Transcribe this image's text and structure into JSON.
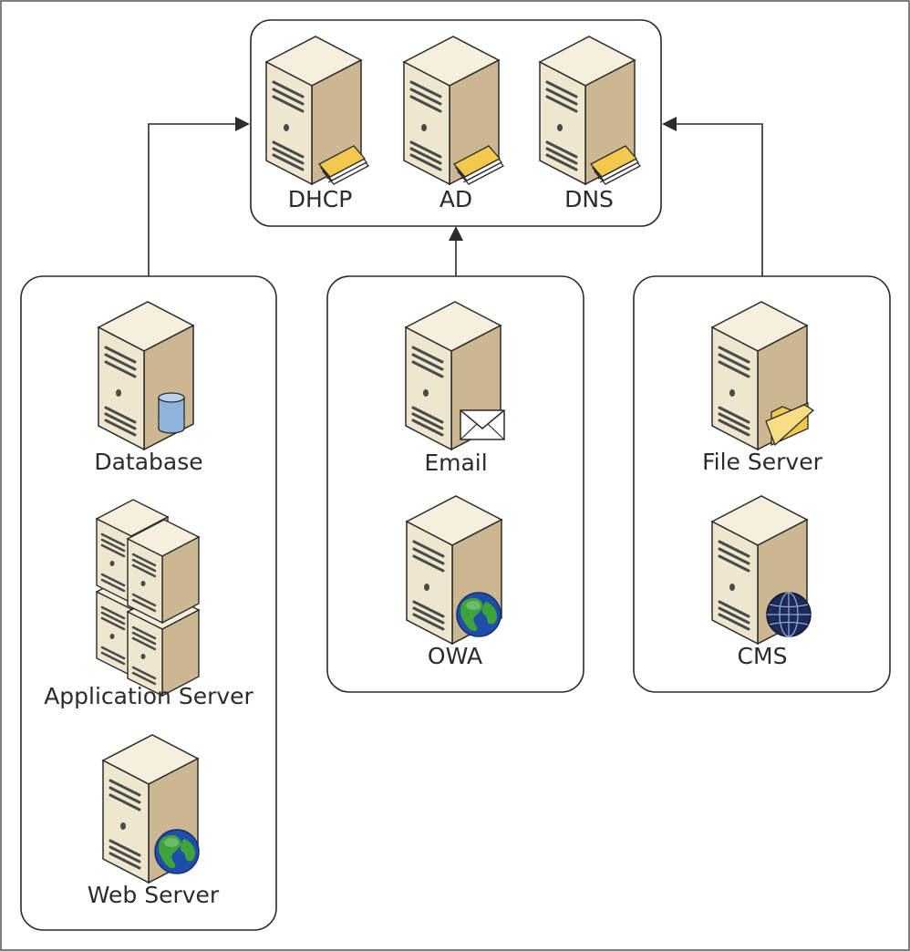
{
  "colors": {
    "server_side": "#cbb892",
    "server_front": "#efe6d0",
    "server_top": "#f6efde",
    "outline": "#2b2b2b",
    "slot": "#4a4a4a",
    "folder_yellow": "#f2c94c",
    "db_blue": "#8fb3d9",
    "globe_ocean": "#1f4ea8",
    "globe_land": "#3ea33a",
    "globe_dark": "#1d2a55"
  },
  "top_group": {
    "servers": [
      {
        "label": "DHCP",
        "badge": "papers-icon"
      },
      {
        "label": "AD",
        "badge": "papers-icon"
      },
      {
        "label": "DNS",
        "badge": "papers-icon"
      }
    ]
  },
  "groups": [
    {
      "servers": [
        {
          "label": "Database",
          "badge": "database-icon"
        },
        {
          "label": "Application Server",
          "badge": "server-cluster-icon"
        },
        {
          "label": "Web Server",
          "badge": "globe-icon"
        }
      ]
    },
    {
      "servers": [
        {
          "label": "Email",
          "badge": "envelope-icon"
        },
        {
          "label": "OWA",
          "badge": "globe-icon"
        }
      ]
    },
    {
      "servers": [
        {
          "label": "File Server",
          "badge": "folder-icon"
        },
        {
          "label": "CMS",
          "badge": "dark-globe-icon"
        }
      ]
    }
  ]
}
